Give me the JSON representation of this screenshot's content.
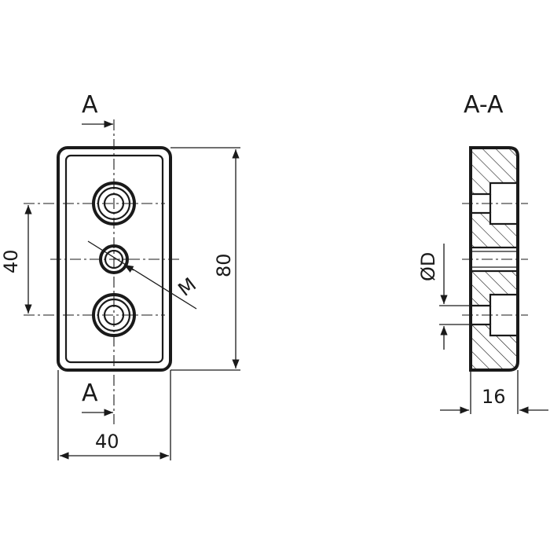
{
  "drawing": {
    "front_view": {
      "section_mark_top": "A",
      "section_mark_bottom": "A",
      "dim_height_left": "40",
      "dim_height_right": "80",
      "dim_width": "40",
      "thread_label": "M"
    },
    "section_view": {
      "title": "A-A",
      "diameter_label": "ØD",
      "dim_thickness": "16"
    }
  }
}
